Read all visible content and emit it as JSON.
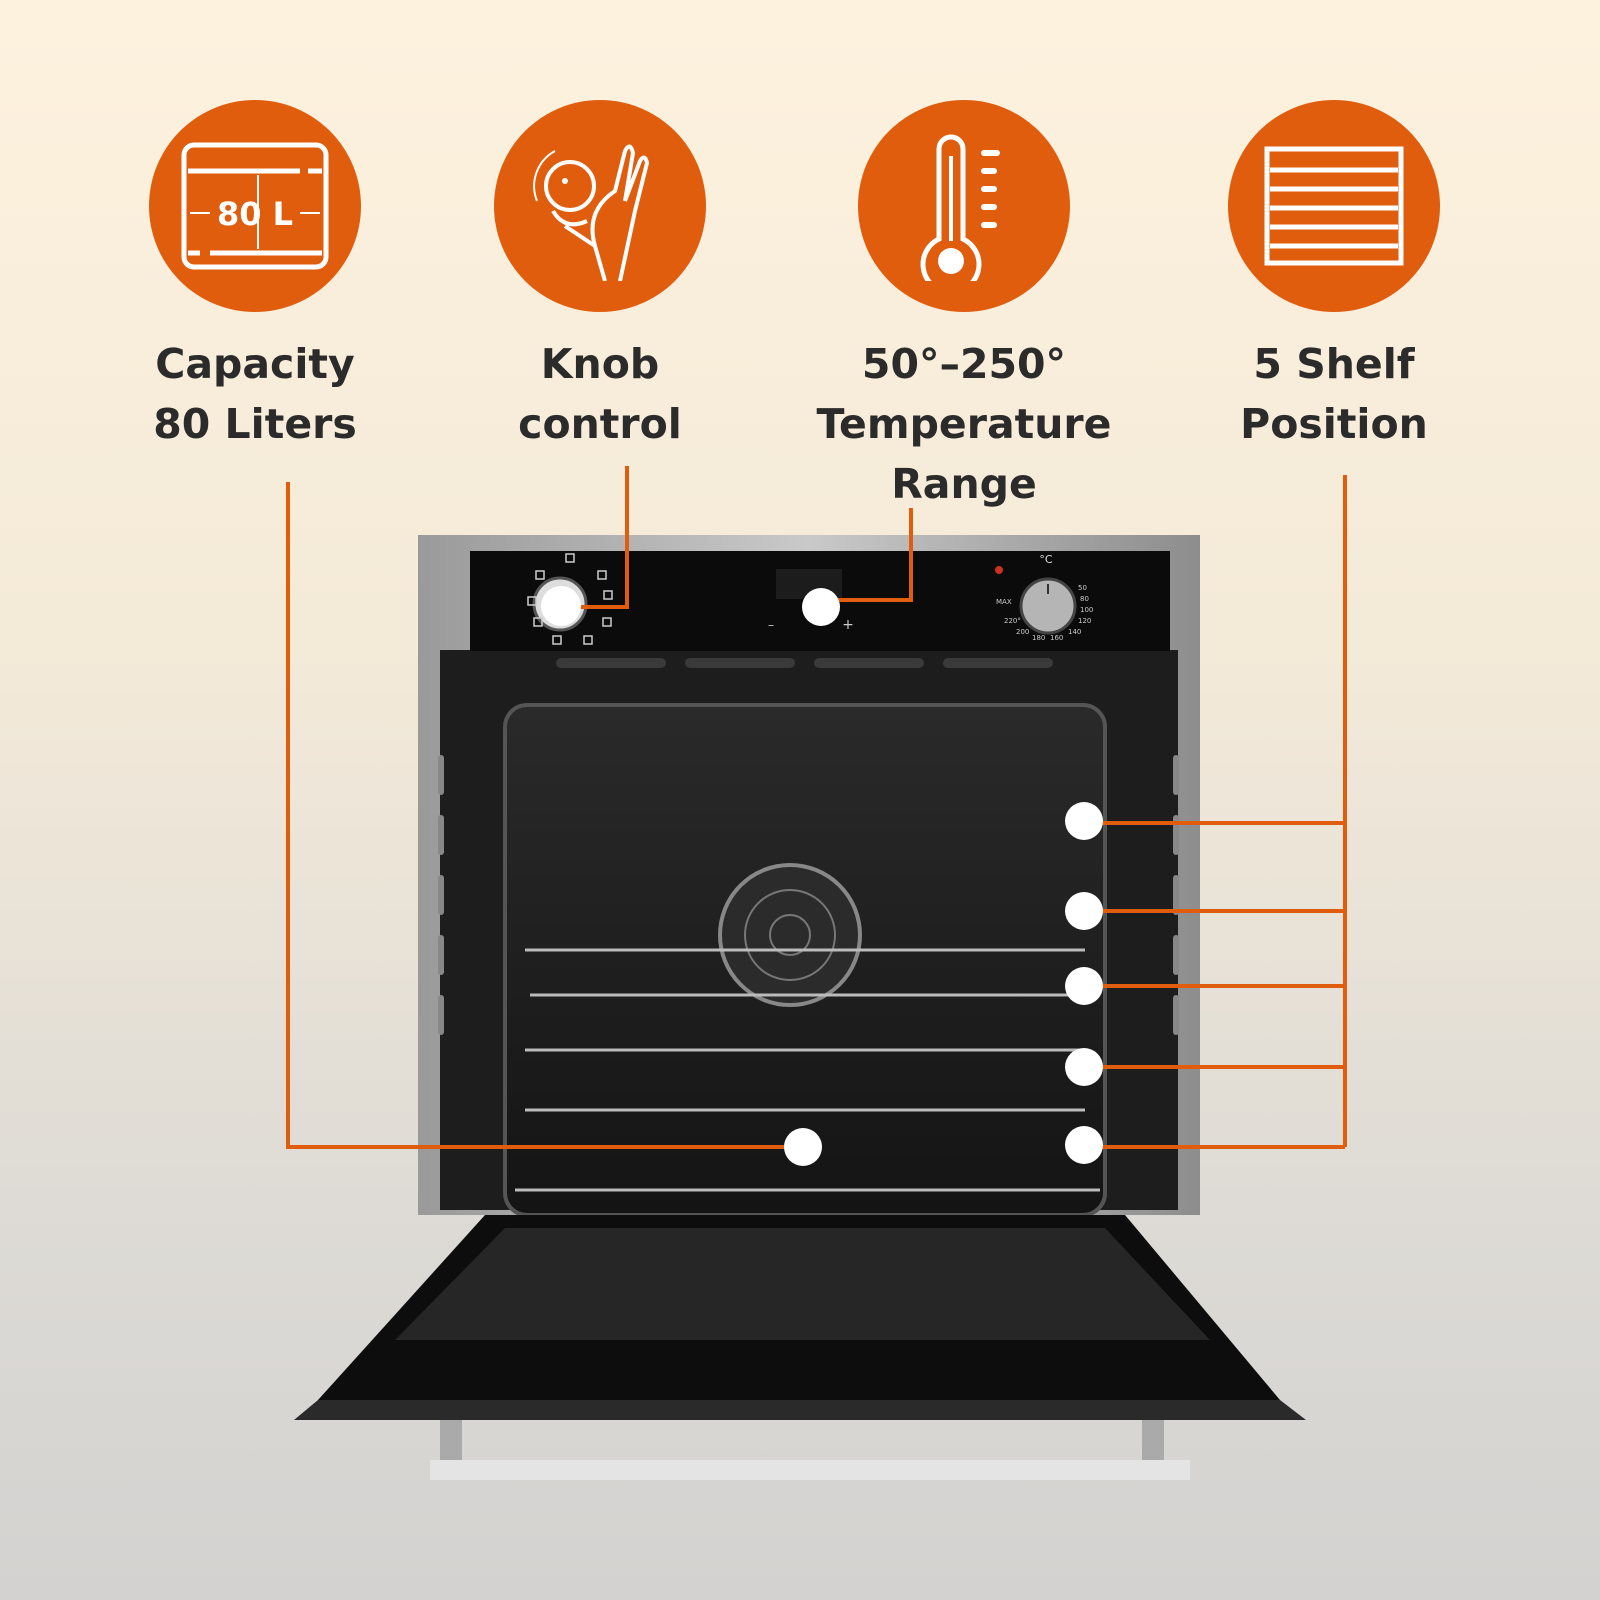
{
  "colors": {
    "accent": "#e05d0e",
    "text": "#2b2b2b",
    "marker": "#ffffff"
  },
  "features": [
    {
      "icon": "oven-capacity-icon",
      "icon_text": "80 L",
      "lines": [
        "Capacity",
        "80 Liters"
      ]
    },
    {
      "icon": "hand-turning-knob-icon",
      "lines": [
        "Knob",
        "control"
      ]
    },
    {
      "icon": "thermometer-icon",
      "lines": [
        "50°–250°",
        "Temperature",
        "Range"
      ]
    },
    {
      "icon": "shelf-rack-icon",
      "lines": [
        "5 Shelf",
        "Position"
      ]
    }
  ],
  "oven": {
    "temp_unit": "°C",
    "temp_dial_marks": [
      "50",
      "80",
      "100",
      "120",
      "140",
      "160",
      "180",
      "200",
      "220°",
      "MAX"
    ],
    "timer_minus": "–",
    "timer_plus": "+",
    "shelf_positions": 5
  }
}
